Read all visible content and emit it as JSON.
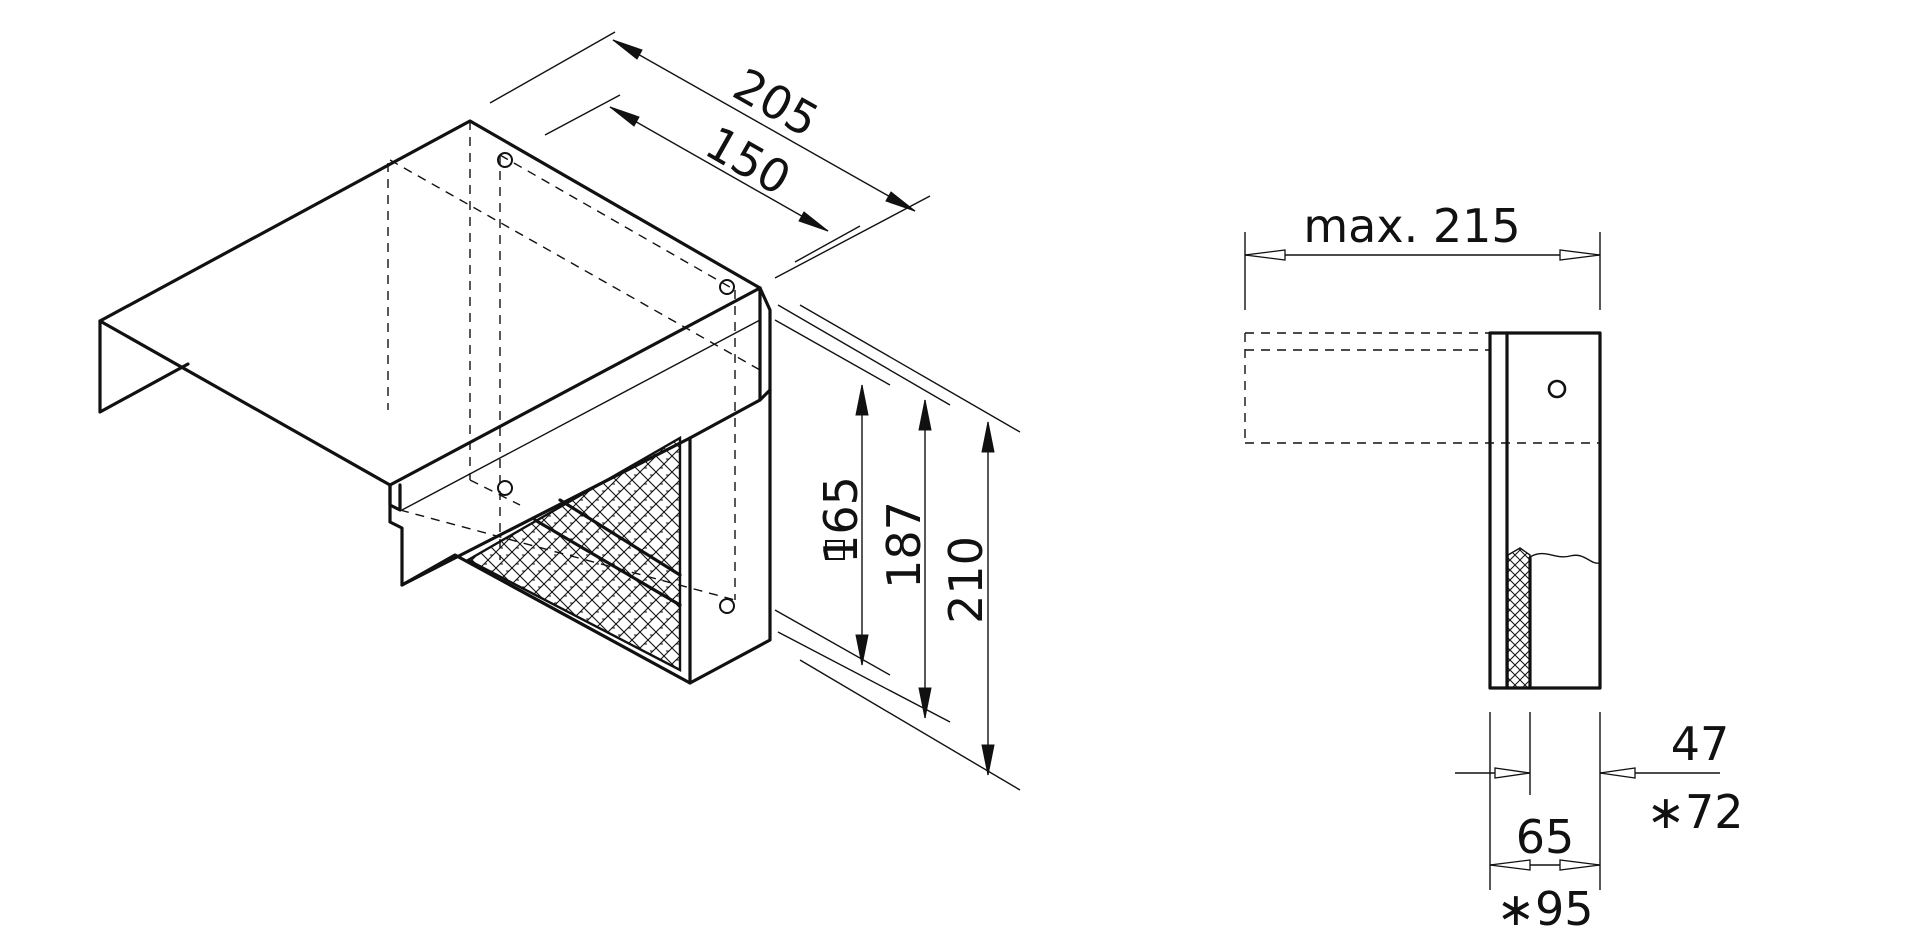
{
  "iso_view": {
    "dim_depth_outer": "205",
    "dim_depth_inner": "150",
    "dim_square": "165",
    "dim_height_inner": "187",
    "dim_height_outer": "210"
  },
  "side_view": {
    "dim_max_width": "max. 215",
    "dim_a": "47",
    "dim_a_alt": "∗72",
    "dim_b": "65",
    "dim_b_alt": "∗95"
  }
}
